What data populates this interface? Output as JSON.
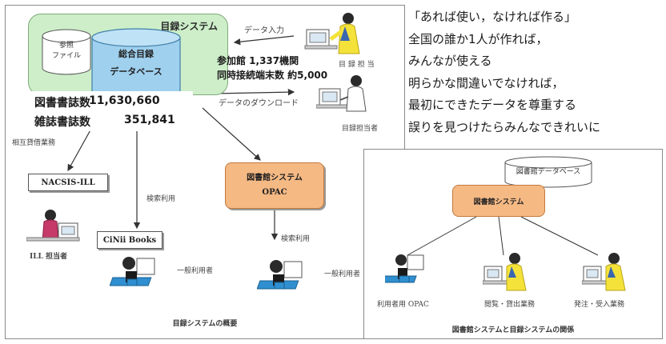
{
  "left_diagram": {
    "system_title": "目録システム",
    "ref_file": [
      "参照",
      "ファイル"
    ],
    "union_db": [
      "総合目録",
      "データベース"
    ],
    "data_input": "データ入力",
    "participants": "参加館 1,337機関",
    "terminals": "同時接続端末数 約5,000",
    "download": "データのダウンロード",
    "cataloger_top": "目 録 担 当",
    "cataloger_bottom": "目録担当者",
    "stats": {
      "books_label": "図書書誌数",
      "books_value": "11,630,660",
      "serials_label": "雑誌書誌数",
      "serials_value": "351,841"
    },
    "ill_work": "相互貸借業務",
    "nacsis_ill": "NACSIS-ILL",
    "ill_staff": "ILL 担当者",
    "search_use_1": "検索利用",
    "cinii": "CiNii Books",
    "general_user_1": "一般利用者",
    "opac_box": [
      "図書館システム",
      "OPAC"
    ],
    "search_use_2": "検索利用",
    "general_user_2": "一般利用者",
    "caption": "目録システムの概要"
  },
  "principles": [
    "「あれば使い，なければ作る」",
    "全国の誰か1人が作れば，",
    "みんなが使える",
    "明らかな間違いでなければ，",
    "最初にできたデータを尊重する",
    "誤りを見つけたらみんなできれいに"
  ],
  "right_diagram": {
    "library_db": "図書館データベース",
    "library_system": "図書館システム",
    "user_opac": "利用者用 OPAC",
    "circulation": "閲覧・貸出業務",
    "acquisition": "発注・受入業務",
    "caption": "図書館システムと目録システムの関係"
  },
  "colors": {
    "system_green": "#cdeec9",
    "db_blue": "#9fd0ee",
    "opac_orange": "#f5b984",
    "person_yellow": "#f4e23a"
  }
}
